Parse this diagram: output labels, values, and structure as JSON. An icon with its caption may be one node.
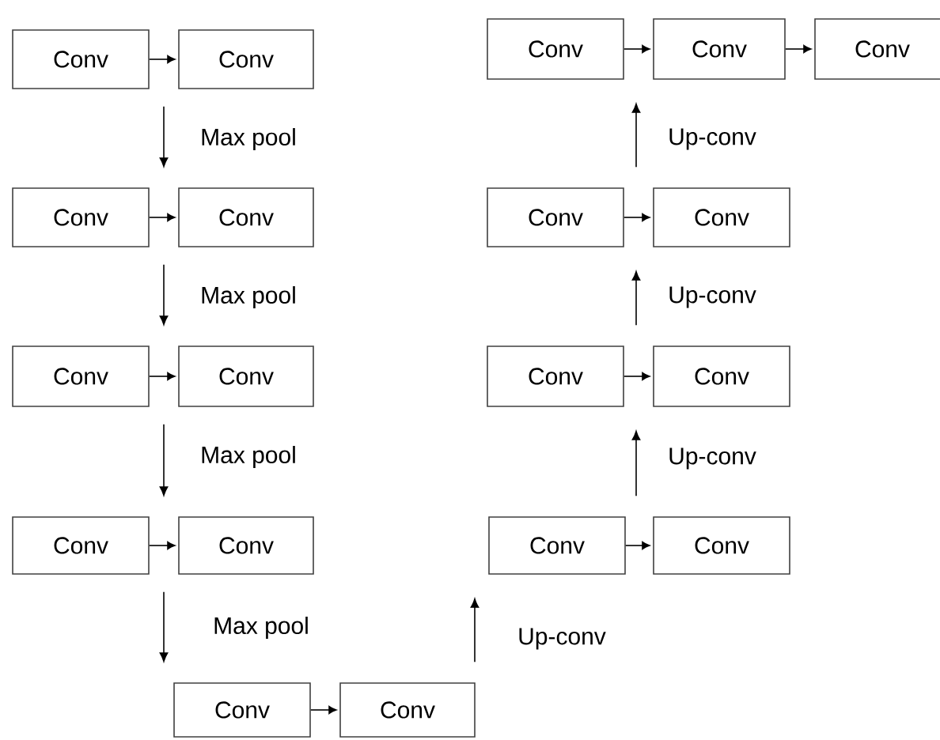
{
  "diagram": {
    "nodes": [
      {
        "text": [
          "Conv"
        ]
      },
      {
        "text": [
          "Conv"
        ]
      },
      {
        "text": [
          "Conv"
        ]
      },
      {
        "text": [
          "Conv"
        ]
      },
      {
        "text": [
          "Conv"
        ]
      },
      {
        "text": [
          "Conv"
        ]
      },
      {
        "text": [
          "Conv"
        ]
      },
      {
        "text": [
          "Conv"
        ]
      },
      {
        "text": [
          "Conv"
        ]
      },
      {
        "text": [
          "Conv"
        ]
      },
      {
        "text": [
          "Conv"
        ]
      },
      {
        "text": [
          "Conv"
        ]
      },
      {
        "text": [
          "Conv"
        ]
      },
      {
        "text": [
          "Conv"
        ]
      },
      {
        "text": [
          "Conv"
        ]
      },
      {
        "text": [
          "Conv"
        ]
      },
      {
        "text": [
          "Conv"
        ]
      },
      {
        "text": [
          "Conv"
        ]
      },
      {
        "text": [
          "Conv"
        ]
      }
    ],
    "edges": [
      {
        "from": 0,
        "to": 1,
        "arrow": "to"
      },
      {
        "from": 2,
        "to": 3,
        "arrow": "to"
      },
      {
        "from": 3,
        "to": 4,
        "arrow": "to"
      },
      {
        "from": 5,
        "to": 6,
        "arrow": "to"
      },
      {
        "from": 7,
        "to": 8,
        "arrow": "to"
      },
      {
        "from": 9,
        "to": 10,
        "arrow": "to"
      },
      {
        "from": 11,
        "to": 12,
        "arrow": "to"
      },
      {
        "from": 13,
        "to": 14,
        "arrow": "to"
      },
      {
        "from": 15,
        "to": 16,
        "arrow": "to"
      },
      {
        "from": 17,
        "to": 18,
        "arrow": "to"
      },
      {
        "from": 0,
        "to": 5,
        "arrow": "to",
        "label": "Max pool"
      },
      {
        "from": 5,
        "to": 9,
        "arrow": "to",
        "label": "Max pool"
      },
      {
        "from": 9,
        "to": 13,
        "arrow": "to",
        "label": "Max pool"
      },
      {
        "from": 13,
        "to": 17,
        "arrow": "to",
        "label": "Max pool"
      },
      {
        "from": 18,
        "to": 15,
        "arrow": "to",
        "label": "Up-conv"
      },
      {
        "from": 15,
        "to": 11,
        "arrow": "to",
        "label": "Up-conv"
      },
      {
        "from": 11,
        "to": 7,
        "arrow": "to",
        "label": "Up-conv"
      },
      {
        "from": 7,
        "to": 2,
        "arrow": "to",
        "label": "Up-conv"
      }
    ]
  }
}
